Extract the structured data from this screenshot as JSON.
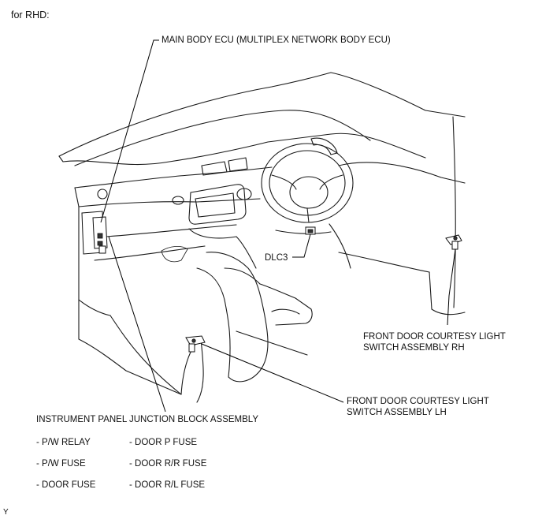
{
  "header": {
    "variant_label": "for RHD:"
  },
  "callouts": {
    "main_body_ecu": "MAIN BODY ECU (MULTIPLEX NETWORK BODY ECU)",
    "dlc3": "DLC3",
    "courtesy_rh": [
      "FRONT DOOR COURTESY LIGHT",
      "SWITCH ASSEMBLY RH"
    ],
    "courtesy_lh": [
      "FRONT DOOR COURTESY LIGHT",
      "SWITCH ASSEMBLY LH"
    ]
  },
  "junction_block": {
    "title": "INSTRUMENT PANEL JUNCTION BLOCK ASSEMBLY",
    "left_column": [
      "- P/W RELAY",
      "- P/W FUSE",
      "- DOOR FUSE"
    ],
    "right_column": [
      "- DOOR P FUSE",
      "- DOOR R/R FUSE",
      "- DOOR R/L FUSE"
    ]
  },
  "footer": {
    "corner_mark": "Y"
  }
}
